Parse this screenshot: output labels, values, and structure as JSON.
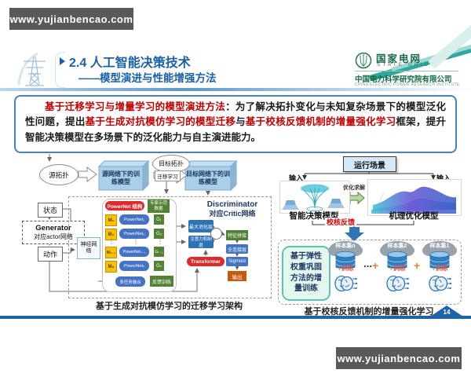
{
  "banners": {
    "top": "www.yujianbencao.com",
    "bottom": "www.yujianbencao.com"
  },
  "header": {
    "title": "2.4 人工智能决策技术",
    "subtitle": "——模型演进与性能增强方法",
    "logo": {
      "name_cn": "国家电网",
      "name_en": "STATE GRID",
      "institute": "中国电力科学研究院有限公司",
      "institute_en": "CHINA ELECTRIC POWER RESEARCH INSTITUTE"
    }
  },
  "summary": {
    "lead": "基于迁移学习与增量学习的模型演进方法",
    "seg1": "：为了解决拓扑变化与未知复杂场景下的模型泛化性问题，提出",
    "hl1": "基于生成对抗模仿学习的模型迁移",
    "seg2": "与",
    "hl2": "基于校核反馈机制的增量强化学习",
    "seg3": "框架，提升智能决策模型在多场景下的泛化能力与自主演进能力。"
  },
  "gail": {
    "caption": "基于生成对抗模仿学习的迁移学习架构",
    "source_topology": "源拓扑",
    "source_model": "源网络下的训练模型",
    "target_topology": "目标拓扑",
    "transfer": "迁移学习",
    "target_model": "目标网络下的训练模型",
    "state": "状态",
    "generator": "Generator",
    "generator_sub": "对应actor网络",
    "action": "动作",
    "nn": "神经网络",
    "powernet": "PowerNet 结构",
    "expert": "专家示范数据",
    "rows": [
      {
        "m": "M₁",
        "net": "PowerNet₁",
        "g": "G₁"
      },
      {
        "m": "M₂",
        "net": "PowerNet₂",
        "g": "G₂"
      },
      {
        "m": "Mₙ₋₁",
        "net": "PowerNetₙ₋₁",
        "g": "Gₙ₋₁"
      },
      {
        "m": "Mₙ",
        "net": "PowerNetₙ",
        "g": "Gₙ"
      }
    ],
    "fusion": "多任务融合",
    "feedback": "反馈训练",
    "discriminator": "Discriminator",
    "discriminator_sub": "对应Critic网络",
    "maxpool": "最大池化层",
    "attention": "注意力机制层",
    "transformer": "Transformer",
    "concat": "特征拼接",
    "fc": "全连接层",
    "sigmoid": "Sigmoid",
    "output": "输出"
  },
  "incremental": {
    "caption": "基于校核反馈机制的增量强化学习",
    "scenario": "运行场景",
    "input_left": "输入",
    "input_right": "输入",
    "solve": "优化求解",
    "ai_model": "智能决策模型",
    "physics_model": "机理优化模型",
    "check_feedback": "校核反馈",
    "ewc": "基于弹性权重巩固方法的增量训练",
    "samples": [
      "样本集n",
      "样本集2",
      "样本集1"
    ],
    "train": "训练",
    "dots": "⋯",
    "plus": "+"
  },
  "page_number": "14",
  "icons": {
    "header_left": "transmission-tower-icon",
    "logo": "state-grid-emblem-icon",
    "samples": "cloud-database-icon",
    "models": "brain-circuit-icon",
    "ai_panel": "neural-tree-icon",
    "physics_panel": "surface-plot-icon"
  },
  "colors": {
    "accent_blue": "#1f63a8",
    "highlight_red": "#c00000",
    "banner_gray": "#595959",
    "pill_red": "#e02a2a",
    "node_blue": "#4472c4",
    "node_green": "#548235",
    "node_yellow": "#ffc000",
    "arrow_blue": "#2e75b6",
    "mint_border": "#5fc4b0",
    "orange_plus": "#ed7d31"
  }
}
